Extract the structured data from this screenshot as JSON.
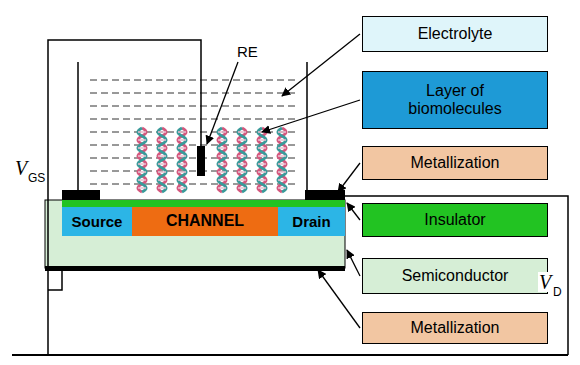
{
  "diagram": {
    "nodes": [
      {
        "text": [
          "Electrolyte"
        ]
      },
      {
        "text": [
          "Layer of biomolecules"
        ]
      },
      {
        "text": [
          "Metallization"
        ]
      },
      {
        "text": [
          "Insulator"
        ]
      },
      {
        "text": [
          "Semiconductor"
        ]
      },
      {
        "text": [
          "Metallization"
        ]
      },
      {
        "text": [
          "Source"
        ]
      },
      {
        "text": [
          "CHANNEL"
        ]
      },
      {
        "text": [
          "Drain"
        ]
      }
    ],
    "labels": [
      "RE",
      "V",
      "GS",
      "V",
      "D"
    ]
  }
}
